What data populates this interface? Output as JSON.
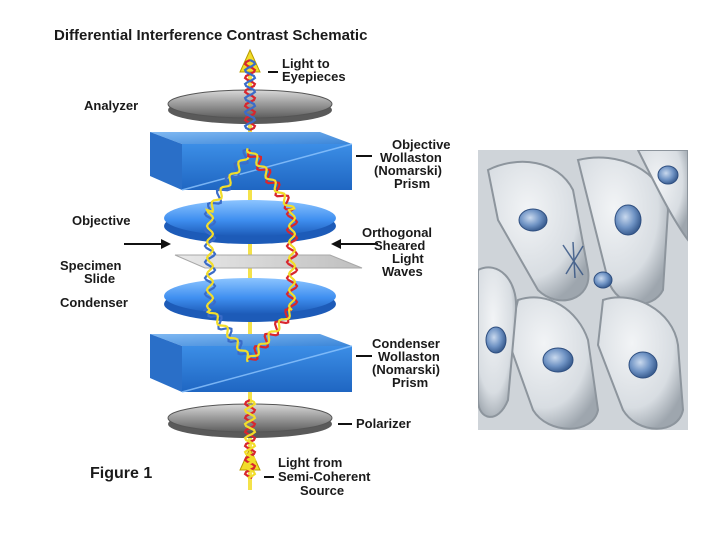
{
  "title": "Differential Interference Contrast Schematic",
  "top_label": [
    "Light to",
    "Eyepieces"
  ],
  "bottom_label": [
    "Light from",
    "Semi-Coherent",
    "Source"
  ],
  "left_labels": {
    "analyzer": "Analyzer",
    "objective": "Objective",
    "specimen": [
      "Specimen",
      "Slide"
    ],
    "condenser": "Condenser"
  },
  "right_labels": {
    "objective_prism": [
      "Objective",
      "Wollaston",
      "(Nomarski)",
      "Prism"
    ],
    "sheared_waves": [
      "Orthogonal",
      "Sheared",
      "Light",
      "Waves"
    ],
    "condenser_prism": [
      "Condenser",
      "Wollaston",
      "(Nomarski)",
      "Prism"
    ],
    "polarizer": "Polarizer"
  },
  "figure_label": "Figure 1",
  "colors": {
    "prism": "#2f7fd6",
    "lens": "#3f8ff0",
    "disc": "#8a8a8a",
    "wave_red": "#d8262e",
    "wave_yellow": "#f2dd2a",
    "wave_blue": "#3b6cc8"
  }
}
